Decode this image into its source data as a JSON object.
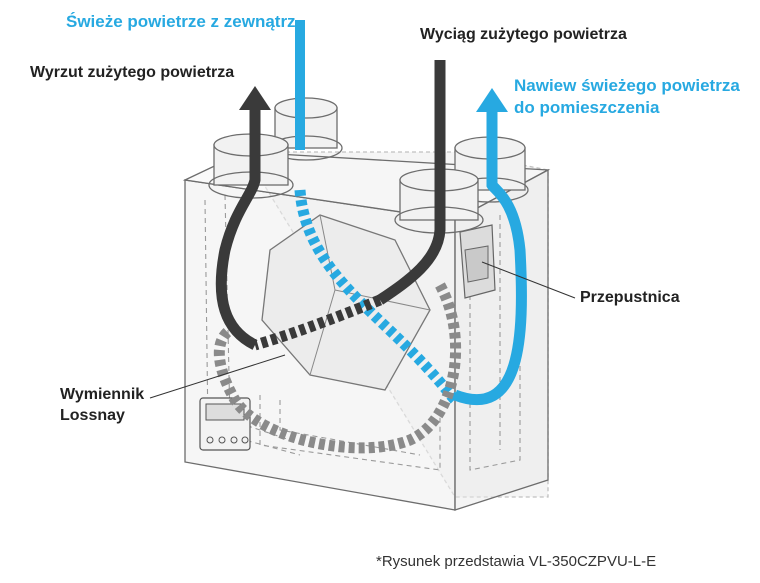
{
  "labels": {
    "fresh_air_outside": "Świeże powietrze z zewnątrz",
    "exhaust_extraction": "Wyciąg zużytego powietrza",
    "exhaust_discharge": "Wyrzut zużytego powietrza",
    "supply_line1": "Nawiew świeżego powietrza",
    "supply_line2": "do pomieszczenia",
    "damper": "Przepustnica",
    "exchanger_line1": "Wymiennik",
    "exchanger_line2": "Lossnay"
  },
  "footnote": "*Rysunek przedstawia VL-350CZPVU-L-E",
  "colors": {
    "fresh_air": "#27a9e1",
    "exhaust_air": "#3a3a3a",
    "exhaust_air_inside": "#8a8a8a",
    "outline": "#6d6d6d"
  }
}
